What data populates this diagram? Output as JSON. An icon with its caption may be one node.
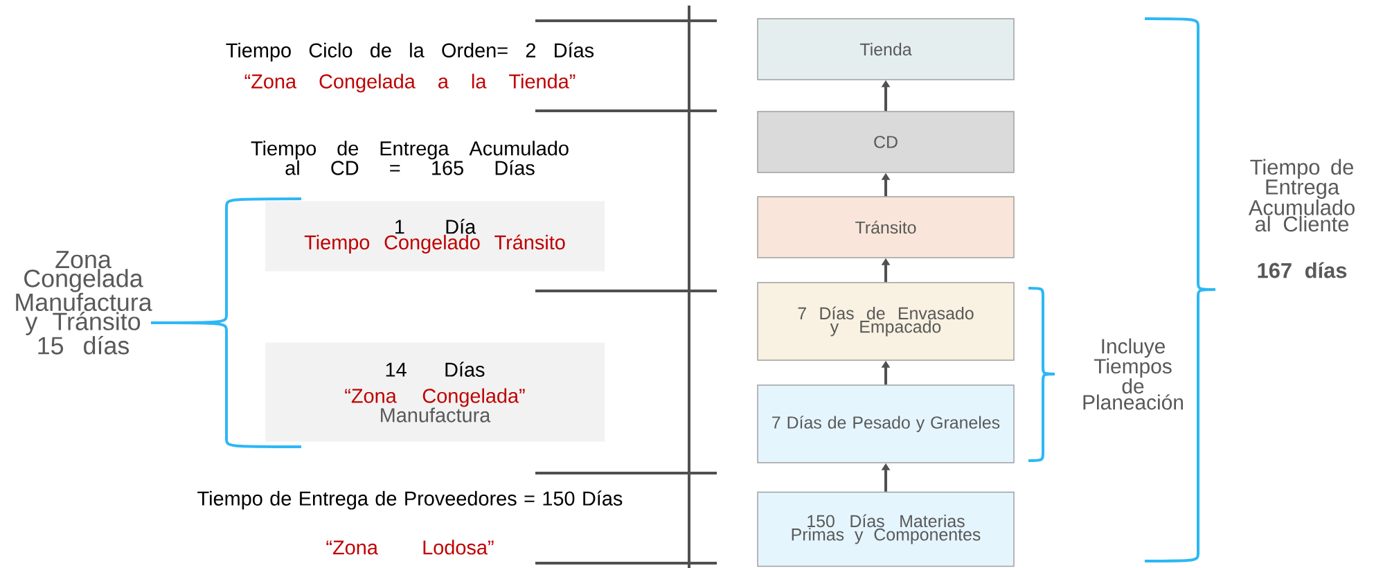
{
  "diagram": {
    "nodes": [
      {
        "text": [
          "Tienda"
        ]
      },
      {
        "text": [
          "CD"
        ]
      },
      {
        "text": [
          "Tránsito"
        ]
      },
      {
        "text": [
          "7 Días de Envasado y Empacado"
        ]
      },
      {
        "text": [
          "7 Días de Pesado y Graneles"
        ]
      },
      {
        "text": [
          "150 Días Materias Primas y Componentes"
        ]
      },
      {
        "text": [
          "1 Día",
          "Tiempo Congelado Tránsito"
        ]
      },
      {
        "text": [
          "14 Días",
          "“Zona Congelada”",
          "Manufactura"
        ]
      }
    ],
    "edges": [
      {
        "from": 5,
        "to": 4,
        "arrow": "to"
      },
      {
        "from": 4,
        "to": 3,
        "arrow": "to"
      },
      {
        "from": 3,
        "to": 2,
        "arrow": "to"
      },
      {
        "from": 2,
        "to": 1,
        "arrow": "to"
      },
      {
        "from": 1,
        "to": 0,
        "arrow": "to"
      }
    ],
    "labels": [
      "Tiempo Ciclo de la Orden= 2 Días",
      "“Zona Congelada a la Tienda”",
      "Tiempo de Entrega Acumulado al CD = 165 Días",
      "Zona Congelada Manufactura y Tránsito 15 días",
      "Tiempo de Entrega de Proveedores = 150 Días",
      "“Zona Lodosa”",
      "Incluye Tiempos de Planeación",
      "Tiempo de Entrega Acumulado al Cliente",
      "167 días"
    ]
  }
}
